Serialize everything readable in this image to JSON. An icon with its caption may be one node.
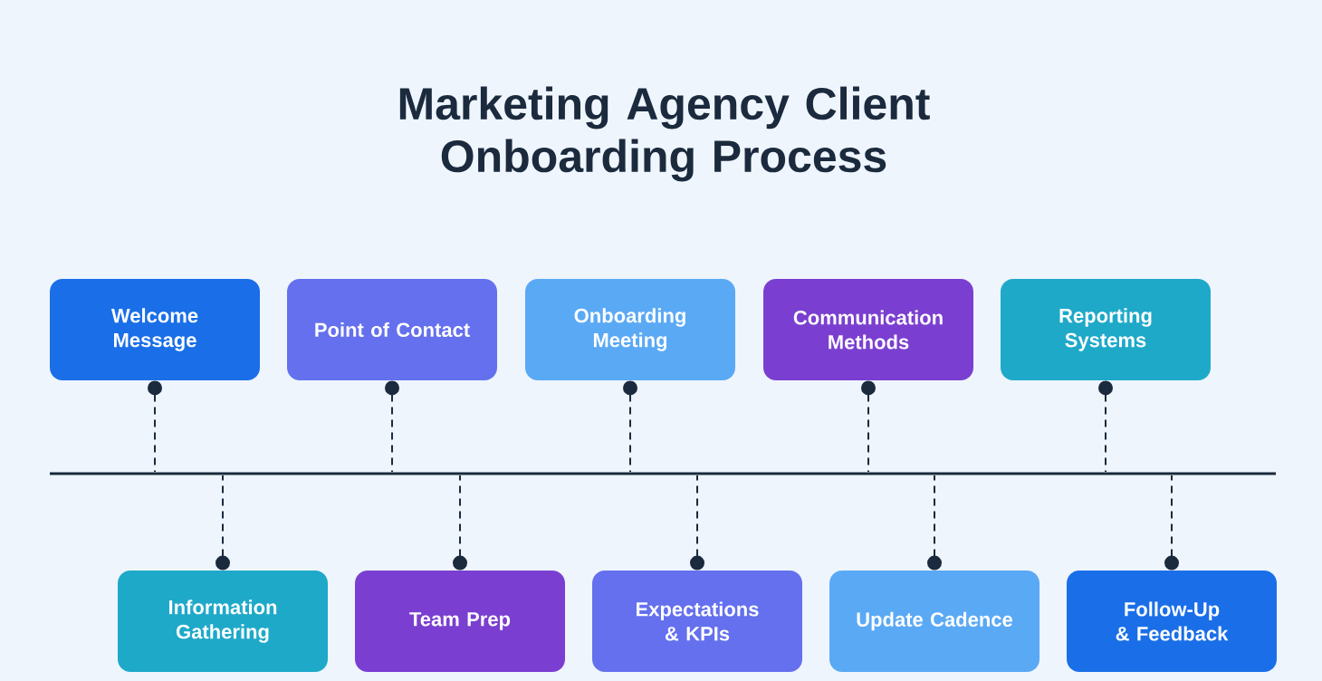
{
  "diagram": {
    "title": "Marketing Agency Client Onboarding Process",
    "nodes": [
      {
        "text": [
          "Welcome Message"
        ]
      },
      {
        "text": [
          "Point of Contact"
        ]
      },
      {
        "text": [
          "Onboarding Meeting"
        ]
      },
      {
        "text": [
          "Communication Methods"
        ]
      },
      {
        "text": [
          "Reporting Systems"
        ]
      },
      {
        "text": [
          "Information Gathering"
        ]
      },
      {
        "text": [
          "Team Prep"
        ]
      },
      {
        "text": [
          "Expectations & KPIs"
        ]
      },
      {
        "text": [
          "Update Cadence"
        ]
      },
      {
        "text": [
          "Follow-Up & Feedback"
        ]
      },
      {
        "text": [],
        "shape": "line"
      }
    ],
    "edges": [
      {
        "from": 0,
        "to": 10,
        "arrow": "other",
        "style": "dashed"
      },
      {
        "from": 1,
        "to": 10,
        "arrow": "other",
        "style": "dashed"
      },
      {
        "from": 2,
        "to": 10,
        "arrow": "other",
        "style": "dashed"
      },
      {
        "from": 3,
        "to": 10,
        "arrow": "other",
        "style": "dashed"
      },
      {
        "from": 4,
        "to": 10,
        "arrow": "other",
        "style": "dashed"
      },
      {
        "from": 5,
        "to": 10,
        "arrow": "other",
        "style": "dashed"
      },
      {
        "from": 6,
        "to": 10,
        "arrow": "other",
        "style": "dashed"
      },
      {
        "from": 7,
        "to": 10,
        "arrow": "other",
        "style": "dashed"
      },
      {
        "from": 8,
        "to": 10,
        "arrow": "other",
        "style": "dashed"
      },
      {
        "from": 9,
        "to": 10,
        "arrow": "other",
        "style": "dashed"
      }
    ]
  }
}
